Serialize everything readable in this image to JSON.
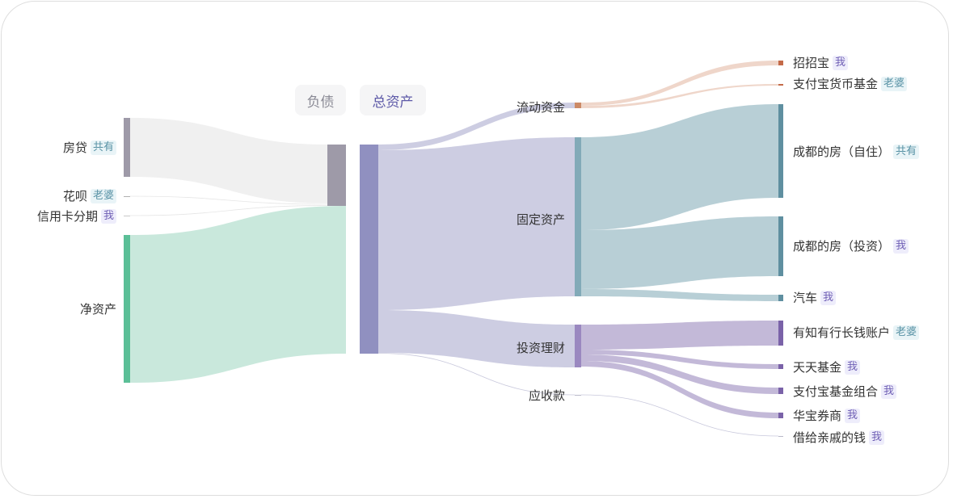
{
  "columns": {
    "liabilities": "负债",
    "total_assets": "总资产"
  },
  "left_nodes": [
    {
      "label": "房贷",
      "owner": "共有"
    },
    {
      "label": "花呗",
      "owner": "老婆"
    },
    {
      "label": "信用卡分期",
      "owner": "我"
    },
    {
      "label": "净资产",
      "owner": ""
    }
  ],
  "mid_nodes": [
    {
      "label": "流动资金"
    },
    {
      "label": "固定资产"
    },
    {
      "label": "投资理财"
    },
    {
      "label": "应收款"
    }
  ],
  "right_nodes": [
    {
      "label": "招招宝",
      "owner": "我"
    },
    {
      "label": "支付宝货币基金",
      "owner": "老婆"
    },
    {
      "label": "成都的房（自住）",
      "owner": "共有"
    },
    {
      "label": "成都的房（投资）",
      "owner": "我"
    },
    {
      "label": "汽车",
      "owner": "我"
    },
    {
      "label": "有知有行长钱账户",
      "owner": "老婆"
    },
    {
      "label": "天天基金",
      "owner": "我"
    },
    {
      "label": "支付宝基金组合",
      "owner": "我"
    },
    {
      "label": "华宝券商",
      "owner": "我"
    },
    {
      "label": "借给亲戚的钱",
      "owner": "我"
    }
  ],
  "colors": {
    "liability": "#9e9aa8",
    "net_assets": "#5bbf97",
    "total_assets": "#9090c0",
    "liquid": "#cc8a66",
    "fixed": "#82aab8",
    "invest": "#9a88c0"
  }
}
